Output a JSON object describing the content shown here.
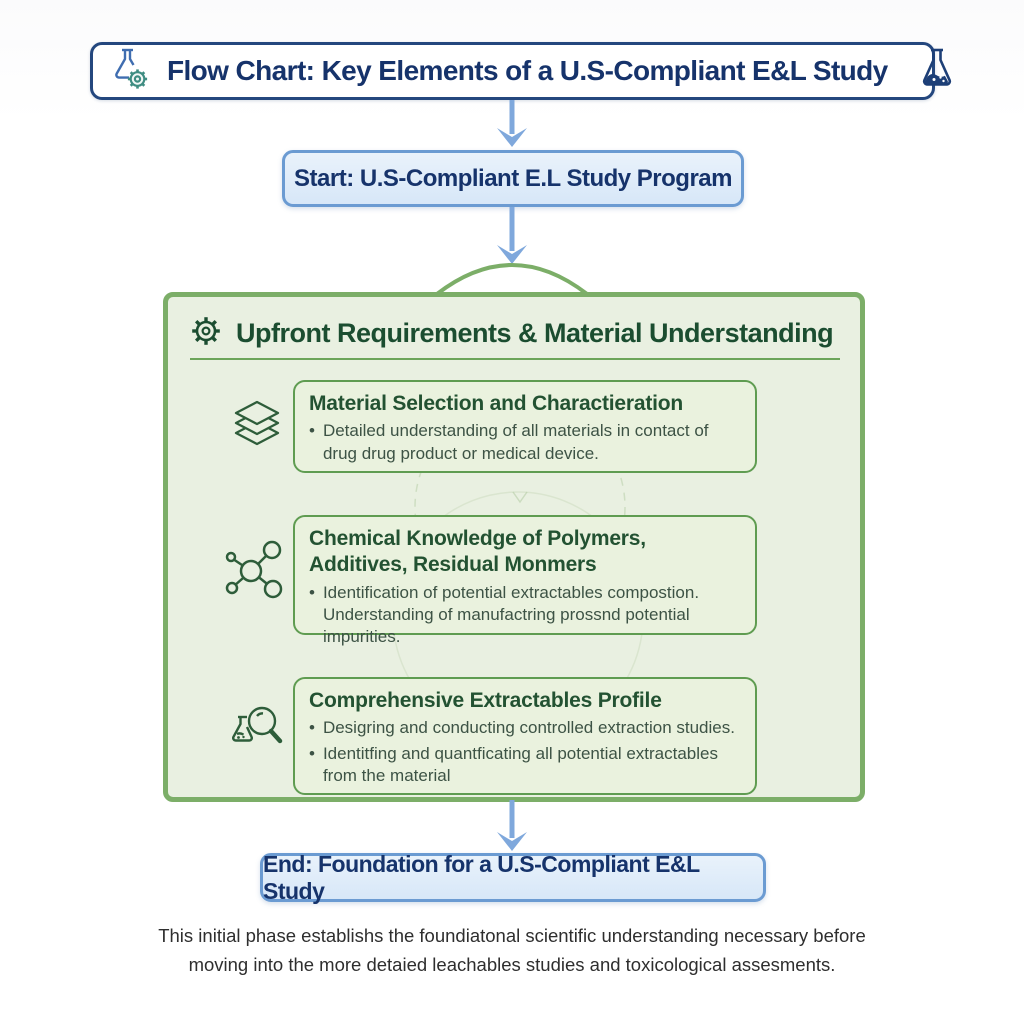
{
  "title": {
    "text": "Flow Chart: Key Elements of a U.S-Compliant E&L Study"
  },
  "start_node": {
    "text": "Start: U.S-Compliant E.L Study Program"
  },
  "section": {
    "header": "Upfront Requirements & Material Understanding",
    "items": [
      {
        "icon": "layers-icon",
        "title": "Material Selection and Charactieration",
        "bullets": [
          "Detailed understanding of all materials in contact of drug drug product or medical device."
        ]
      },
      {
        "icon": "molecule-icon",
        "title": "Chemical Knowledge of Polymers, Additives, Residual Monmers",
        "bullets": [
          "Identification of potential extractables compostion. Understanding of manufactring prossnd potential impurities."
        ]
      },
      {
        "icon": "flask-magnifier-icon",
        "title": "Comprehensive Extractables Profile",
        "bullets": [
          "Desigring and conducting controlled extraction studies.",
          "Identitfing and quantficating all potential extractables from the material"
        ]
      }
    ]
  },
  "end_node": {
    "text": "End: Foundation for a U.S-Compliant E&L Study"
  },
  "caption": {
    "line1": "This initial phase establishs the foundiatonal scientific understanding necessary before",
    "line2": "moving into the more detaied leachables studies and toxicological assesments."
  },
  "icons": {
    "title_left": "flask-gear-icon",
    "title_right": "flask-icon",
    "section_header": "gear-icon"
  },
  "bullet_glyph": "•",
  "colors": {
    "navy_text": "#16336b",
    "title_border": "#24477e",
    "blue_node_border": "#6b9bd2",
    "blue_node_fill": "#dce9f7",
    "arrow_blue": "#7fa8dc",
    "green_border": "#7cae68",
    "green_fill": "#e9f0e1",
    "sub_box_border": "#5f9c51",
    "dark_green_text": "#1b4d30",
    "bullet_text": "#3d5345"
  }
}
